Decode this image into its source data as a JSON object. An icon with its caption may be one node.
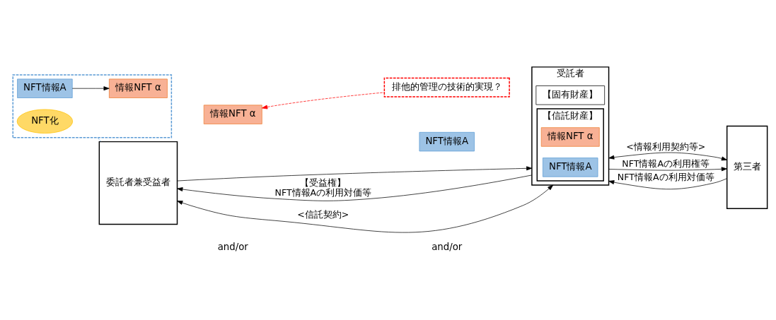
{
  "diagram": {
    "nodes": [
      {
        "text": [],
        "shape": "box"
      },
      {
        "text": [
          "NFT情報A"
        ],
        "in": 0
      },
      {
        "text": [
          "NFT化"
        ],
        "in": 0
      },
      {
        "text": [
          "情報NFT α"
        ],
        "in": 0
      },
      {
        "text": [
          "委託者兼受益者"
        ]
      },
      {
        "text": [
          "NFT情報A"
        ]
      },
      {
        "text": [
          "情報NFT α"
        ]
      },
      {
        "text": [
          "受託者"
        ]
      },
      {
        "text": [
          "【信託財産】"
        ],
        "in": 7
      },
      {
        "text": [
          "NFT情報A"
        ],
        "in": 8
      },
      {
        "text": [
          "情報NFT α"
        ],
        "in": 8
      },
      {
        "text": [
          "【固有財産】"
        ],
        "in": 7
      },
      {
        "text": [
          "第三者"
        ]
      },
      {
        "text": [
          "排他的管理の技術的実現？"
        ]
      }
    ],
    "edges": [
      {
        "from": 1,
        "to": 3,
        "arrow": "to"
      },
      {
        "from": 0,
        "to": 4,
        "arrow": "none",
        "style": "dashed",
        "color": "#5b9bd5"
      },
      {
        "from": 4,
        "to": 7,
        "arrow": "both",
        "label": "<信託契約>"
      },
      {
        "from": 4,
        "to": 7,
        "arrow": "to"
      },
      {
        "from": 7,
        "to": 4,
        "arrow": "to",
        "label": "【受益権】 NFT情報Aの利用対価等"
      },
      {
        "from": 7,
        "to": 12,
        "arrow": "both",
        "label": "<情報利用契約等>"
      },
      {
        "from": 7,
        "to": 12,
        "arrow": "to",
        "label": "NFT情報Aの利用権等"
      },
      {
        "from": 12,
        "to": 7,
        "arrow": "to",
        "label": "NFT情報Aの利用対価等"
      },
      {
        "from": 13,
        "to": 6,
        "arrow": "to",
        "style": "dashed",
        "color": "#ff0000"
      }
    ],
    "labels": [
      "and/or",
      "and/or"
    ]
  }
}
